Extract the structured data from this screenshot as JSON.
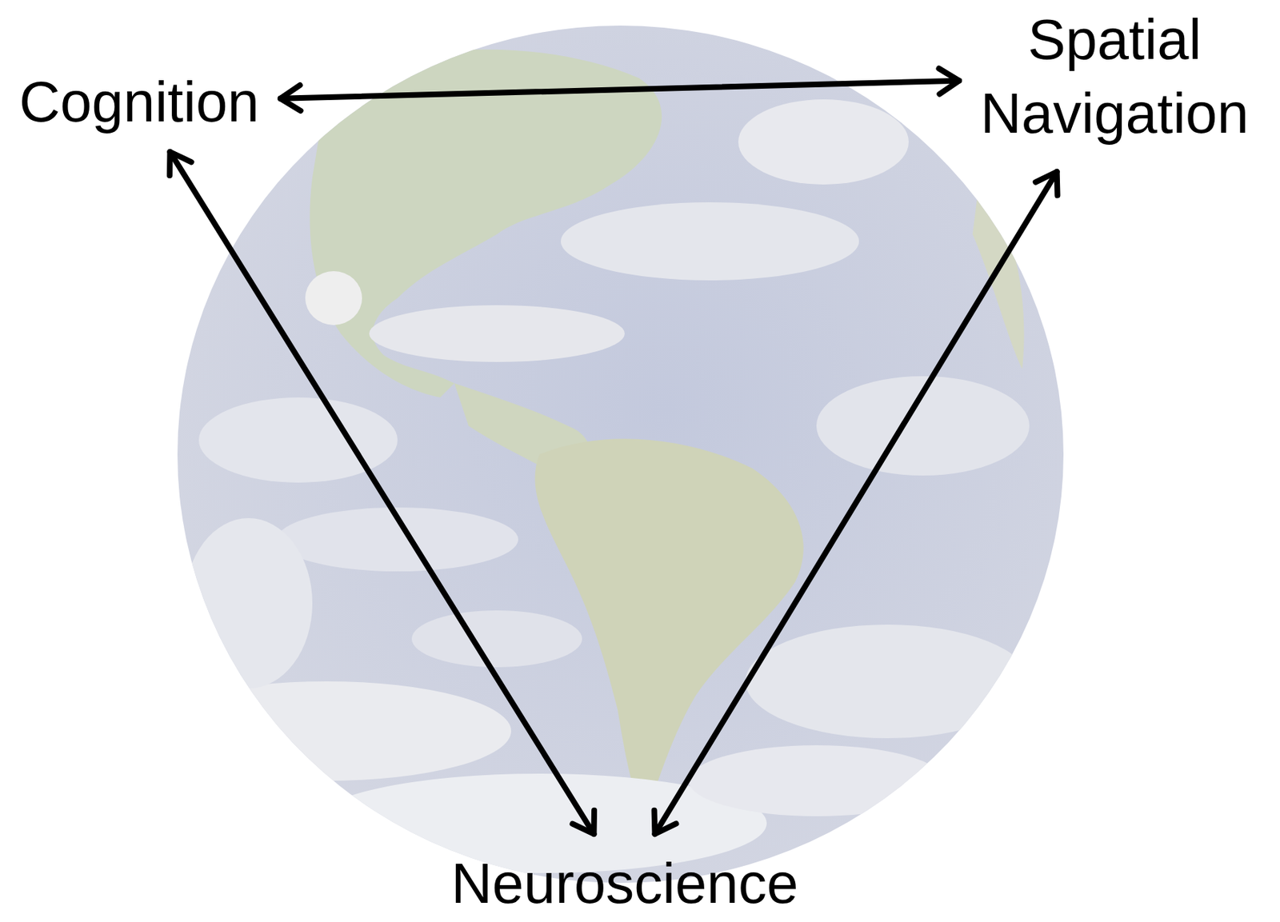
{
  "diagram": {
    "nodes": [
      {
        "text": [
          "Cognition"
        ]
      },
      {
        "text": [
          "Spatial Navigation"
        ]
      },
      {
        "text": [
          "Neuroscience"
        ]
      }
    ],
    "edges": [
      {
        "from": 0,
        "to": 1,
        "arrow": "both"
      },
      {
        "from": 0,
        "to": 2,
        "arrow": "both"
      },
      {
        "from": 1,
        "to": 2,
        "arrow": "both"
      }
    ]
  }
}
